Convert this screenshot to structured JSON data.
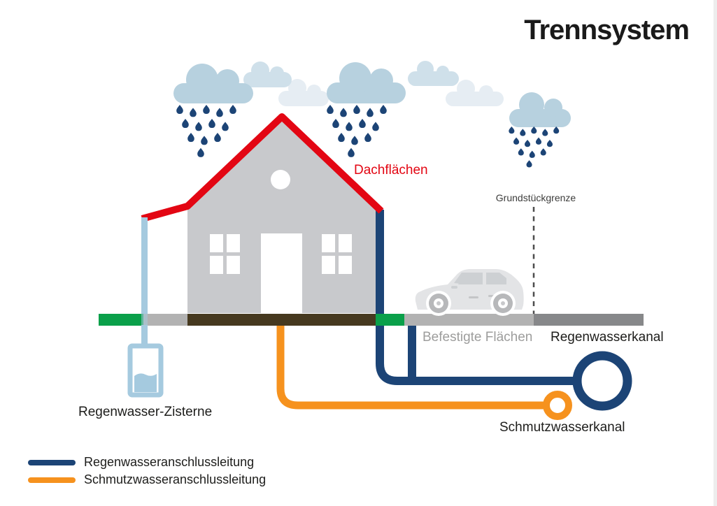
{
  "title": "Trennsystem",
  "labels": {
    "roof_areas": "Dachflächen",
    "property_boundary": "Grundstückgrenze",
    "paved_areas": "Befestigte Flächen",
    "rainwater_sewer": "Regenwasserkanal",
    "rainwater_cistern": "Regenwasser-Zisterne",
    "wastewater_sewer": "Schmutzwasserkanal"
  },
  "legend": {
    "items": [
      {
        "label": "Regenwasseranschlussleitung",
        "color": "#1c4476"
      },
      {
        "label": "Schmutzwasseranschlussleitung",
        "color": "#f6921e"
      }
    ]
  },
  "colors": {
    "rain_pipe_navy": "#1c4476",
    "waste_pipe_orange": "#f6921e",
    "roof_red": "#e30613",
    "green_space": "#0aa04a",
    "soil_brown": "#46391f",
    "paved_light_gray": "#b2b2b2",
    "street_dark_gray": "#87888a",
    "house_gray": "#c8c9cc",
    "cistern_light_blue": "#a5cadf",
    "cloud_medium": "#b7d1df",
    "cloud_light": "#cfe0ea",
    "cloud_pale": "#e6edf3",
    "label_gray": "#9d9d9c",
    "boundary_dash_gray": "#4d4d4d"
  }
}
